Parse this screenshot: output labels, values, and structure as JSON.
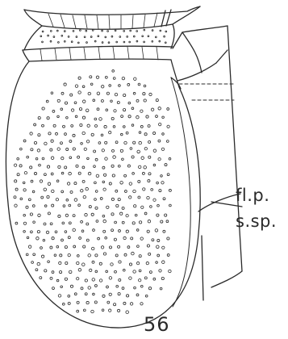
{
  "figure": {
    "number": "56",
    "labels": {
      "flagellar_pore": "fl.p.",
      "sulcal_spine": "s.sp."
    },
    "colors": {
      "ink": "#2a2a2a",
      "paper": "#ffffff"
    }
  }
}
